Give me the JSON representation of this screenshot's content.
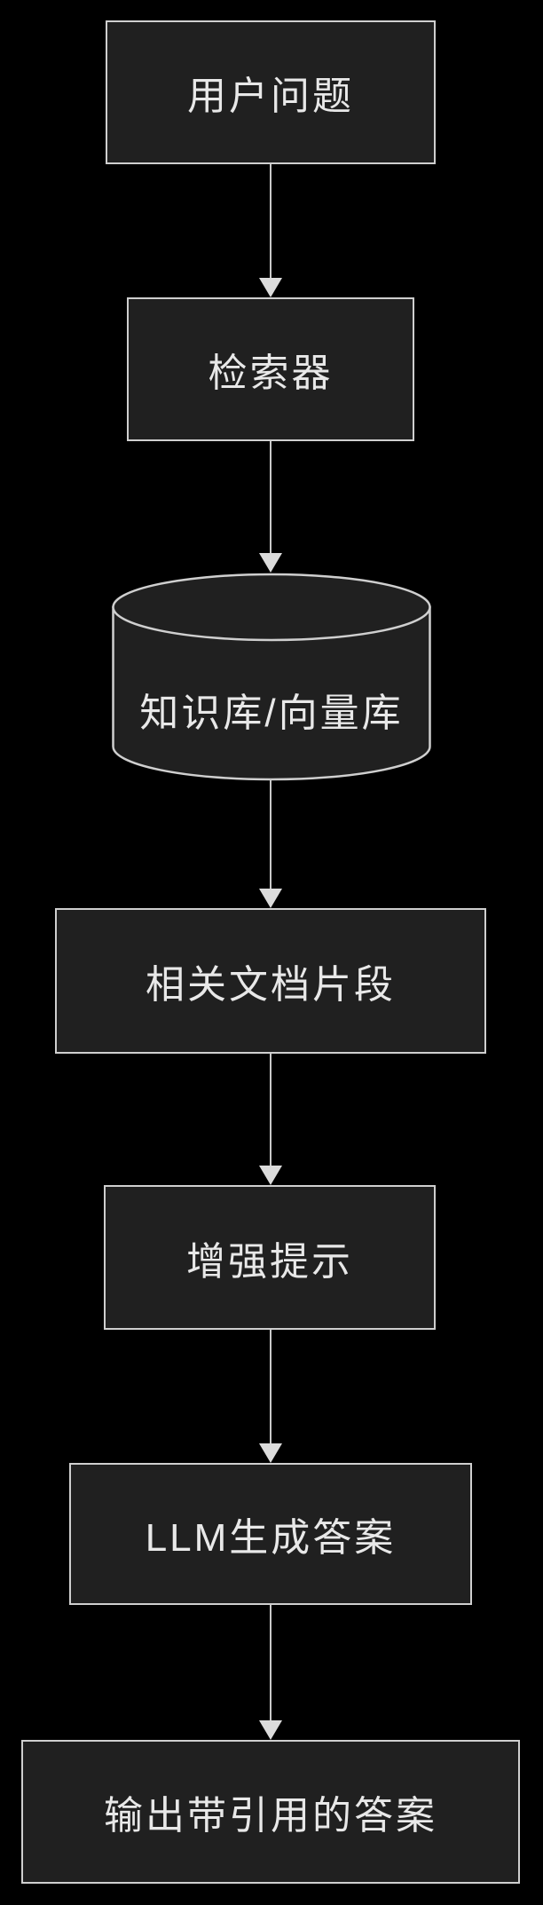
{
  "diagram": {
    "type": "flowchart",
    "direction": "top-to-bottom",
    "colors": {
      "background": "#000000",
      "node_fill": "#202020",
      "node_border": "#cfcfcf",
      "text": "#e8e8e8",
      "arrow_stem": "#c9c9c9",
      "arrow_head": "#dcdcdc"
    },
    "nodes": [
      {
        "id": "user-question",
        "label": "用户问题",
        "shape": "rectangle"
      },
      {
        "id": "retriever",
        "label": "检索器",
        "shape": "rectangle"
      },
      {
        "id": "knowledge-base",
        "label": "知识库/向量库",
        "shape": "cylinder"
      },
      {
        "id": "relevant-docs",
        "label": "相关文档片段",
        "shape": "rectangle"
      },
      {
        "id": "augmented-prompt",
        "label": "增强提示",
        "shape": "rectangle"
      },
      {
        "id": "llm-answer",
        "label": "LLM生成答案",
        "shape": "rectangle"
      },
      {
        "id": "output-answer",
        "label": "输出带引用的答案",
        "shape": "rectangle"
      }
    ],
    "edges": [
      {
        "from": "user-question",
        "to": "retriever"
      },
      {
        "from": "retriever",
        "to": "knowledge-base"
      },
      {
        "from": "knowledge-base",
        "to": "relevant-docs"
      },
      {
        "from": "relevant-docs",
        "to": "augmented-prompt"
      },
      {
        "from": "augmented-prompt",
        "to": "llm-answer"
      },
      {
        "from": "llm-answer",
        "to": "output-answer"
      }
    ]
  }
}
